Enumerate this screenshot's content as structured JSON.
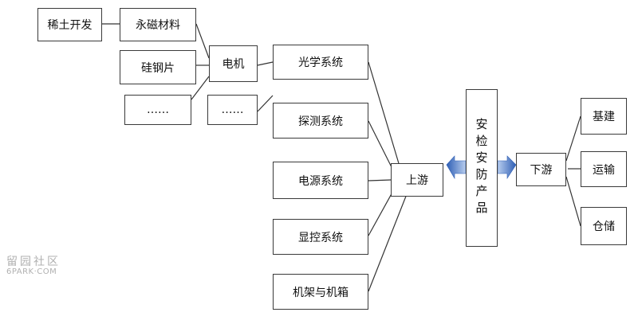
{
  "nodes": {
    "rare_earth": "稀土开发",
    "permanent_magnet": "永磁材料",
    "silicon_steel": "硅钢片",
    "ellipsis_left": "……",
    "motor": "电机",
    "ellipsis_mid": "……",
    "optical": "光学系统",
    "detection": "探测系统",
    "power": "电源系统",
    "display_control": "显控系统",
    "rack_chassis": "机架与机箱",
    "upstream": "上游",
    "security_products": "安检安防产品",
    "downstream": "下游",
    "infrastructure": "基建",
    "transport": "运输",
    "storage": "仓储"
  },
  "watermark": {
    "cn": "留园社区",
    "en": "6PARK·COM"
  },
  "colors": {
    "arrow": "#3f6fc0",
    "arrow_light": "#a9c3ea",
    "line": "#333333"
  }
}
